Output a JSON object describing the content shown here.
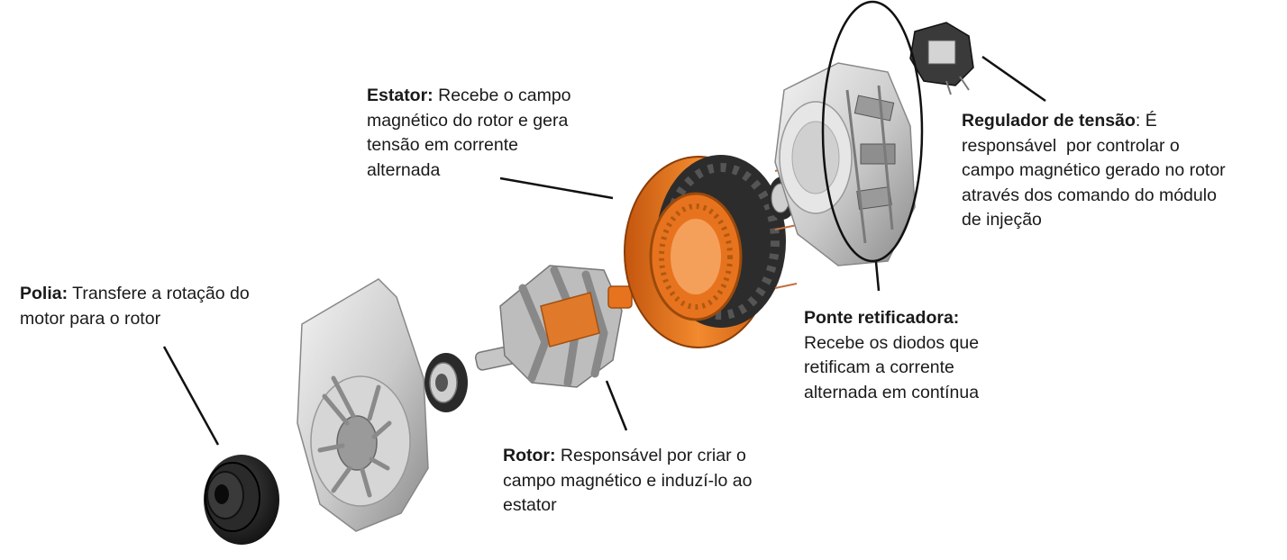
{
  "labels": {
    "estator": {
      "title": "Estator:",
      "lines": [
        "Recebe o campo",
        "magnético do rotor e gera",
        "tensão em corrente",
        "alternada"
      ]
    },
    "regulador": {
      "title": "Regulador de tensão",
      "title_suffix": ": É",
      "lines": [
        "responsável  por controlar o",
        "campo magnético gerado no rotor",
        "através dos comando do módulo",
        "de injeção"
      ]
    },
    "polia": {
      "title": "Polia:",
      "lines": [
        "Transfere a rotação do",
        "motor para o rotor"
      ]
    },
    "ponte": {
      "title": "Ponte retificadora:",
      "lines": [
        "Recebe os diodos que",
        "retificam a corrente",
        "alternada em contínua"
      ]
    },
    "rotor": {
      "title": "Rotor:",
      "lines": [
        "Responsável por criar o",
        "campo magnético e induzí-lo ao",
        "estator"
      ]
    }
  },
  "colors": {
    "stator_orange": "#e8731e",
    "stator_dark": "#2c2c2c",
    "metal_light": "#e4e4e4",
    "metal_mid": "#b8b8b8",
    "metal_dark": "#6a6a6a",
    "pulley_black": "#1c1c1c",
    "leader_line": "#111111"
  }
}
